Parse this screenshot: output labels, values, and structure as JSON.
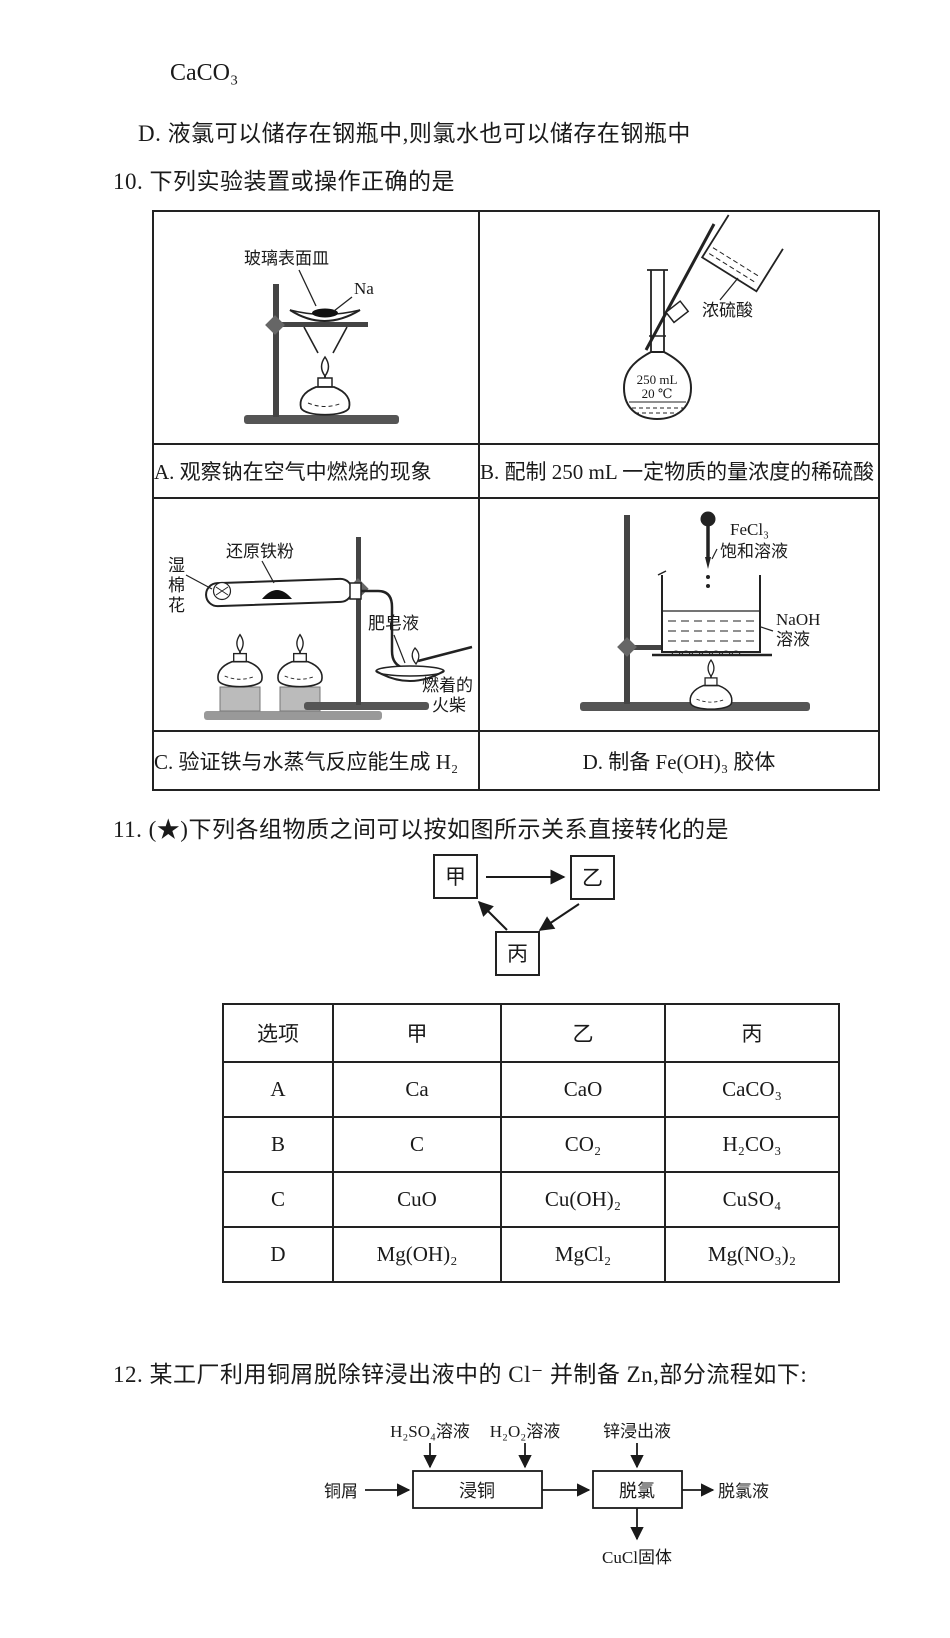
{
  "intro": {
    "formula": "CaCO₃",
    "option_d": "D. 液氯可以储存在钢瓶中,则氯水也可以储存在钢瓶中"
  },
  "q10": {
    "stem": "10. 下列实验装置或操作正确的是",
    "cells": {
      "a": {
        "caption": "A. 观察钠在空气中燃烧的现象",
        "labels": {
          "watch_glass": "玻璃表面皿",
          "na": "Na"
        }
      },
      "b": {
        "caption": "B. 配制 250 mL 一定物质的量浓度的稀硫酸",
        "labels": {
          "acid": "浓硫酸",
          "mark_volume": "250 mL",
          "mark_temp": "20 ℃"
        }
      },
      "c": {
        "caption": "C. 验证铁与水蒸气反应能生成 H₂",
        "labels": {
          "wet_cotton_1": "湿",
          "wet_cotton_2": "棉",
          "wet_cotton_3": "花",
          "iron_powder": "还原铁粉",
          "soap": "肥皂液",
          "match_1": "燃着的",
          "match_2": "火柴"
        }
      },
      "d": {
        "caption": "D. 制备 Fe(OH)₃ 胶体",
        "labels": {
          "fecl3": "FeCl₃",
          "saturated": "饱和溶液",
          "naoh": "NaOH",
          "solution": "溶液"
        }
      }
    }
  },
  "q11": {
    "stem": "11. (★)下列各组物质之间可以按如图所示关系直接转化的是",
    "diagram": {
      "node_jia": "甲",
      "node_yi": "乙",
      "node_bing": "丙"
    },
    "table": {
      "headers": [
        "选项",
        "甲",
        "乙",
        "丙"
      ],
      "rows": [
        {
          "option": "A",
          "jia": "Ca",
          "yi": "CaO",
          "bing": "CaCO₃"
        },
        {
          "option": "B",
          "jia": "C",
          "yi": "CO₂",
          "bing": "H₂CO₃"
        },
        {
          "option": "C",
          "jia": "CuO",
          "yi": "Cu(OH)₂",
          "bing": "CuSO₄"
        },
        {
          "option": "D",
          "jia": "Mg(OH)₂",
          "yi": "MgCl₂",
          "bing": "Mg(NO₃)₂"
        }
      ]
    }
  },
  "q12": {
    "stem": "12. 某工厂利用铜屑脱除锌浸出液中的 Cl⁻ 并制备 Zn,部分流程如下:",
    "flow": {
      "top_inputs": [
        "H₂SO₄溶液",
        "H₂O₂溶液",
        "锌浸出液"
      ],
      "left_input": "铜屑",
      "box_1": "浸铜",
      "box_2": "脱氯",
      "right_output": "脱氯液",
      "bottom_output": "CuCl固体"
    }
  }
}
